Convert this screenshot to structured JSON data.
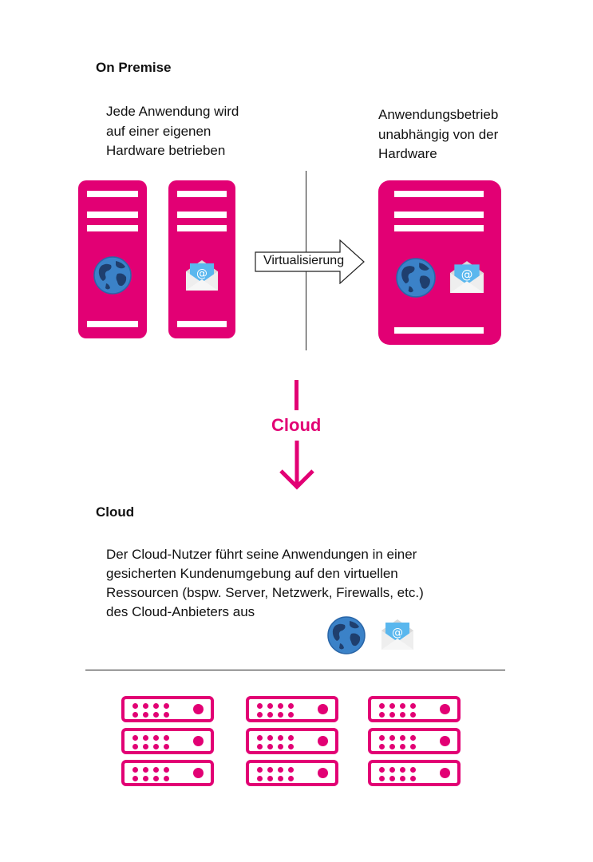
{
  "on_premise": {
    "heading": "On Premise",
    "left_desc": "Jede Anwendung wird\nauf einer eigenen\nHardware betrieben",
    "right_desc": "Anwendungsbetrieb\nunabhängig von der\nHardware",
    "arrow_label": "Virtualisierung"
  },
  "transition": {
    "label": "Cloud"
  },
  "cloud": {
    "heading": "Cloud",
    "desc_lines": [
      "Der Cloud-Nutzer führt seine Anwendungen in einer",
      "gesicherten Kundenumgebung auf den virtuellen",
      "Ressourcen (bspw. Server, Netzwerk, Firewalls, etc.)",
      "des Cloud-Anbieters aus"
    ]
  },
  "icons": {
    "globe": "globe-icon",
    "mail": "mail-envelope-icon",
    "server": "server-icon",
    "rack": "server-rack-icon"
  },
  "colors": {
    "brand": "#e20074",
    "globe_ocean": "#3b82c8",
    "globe_land": "#1f3f6e",
    "mail_envelope": "#e8e8e8",
    "mail_letter": "#5ab7ee"
  }
}
